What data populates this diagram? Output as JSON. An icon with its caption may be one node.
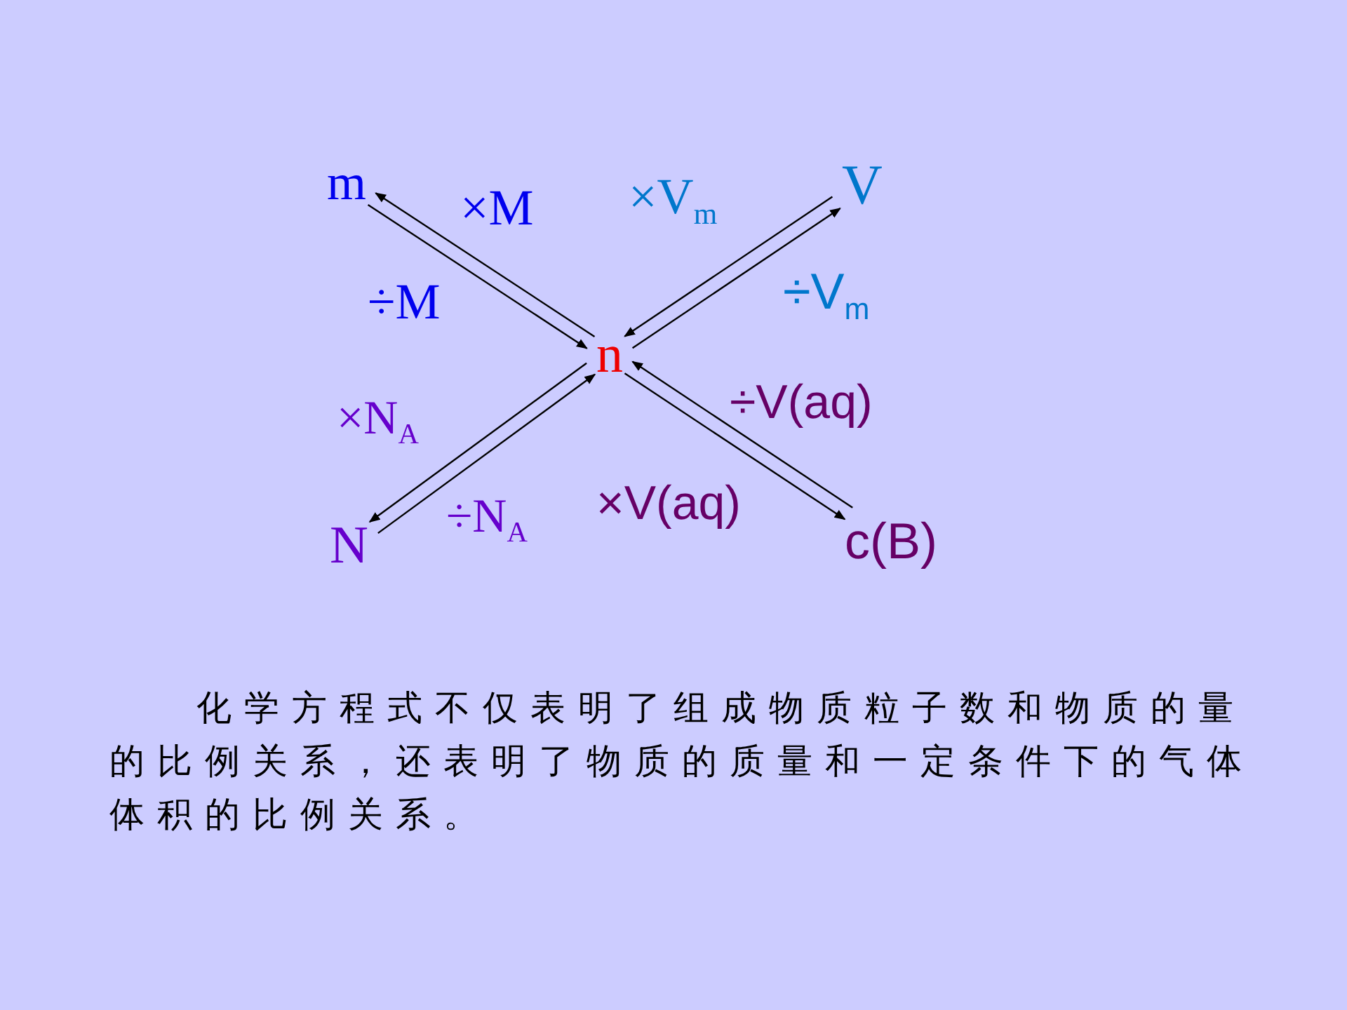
{
  "diagram": {
    "nodes": [
      {
        "text": [
          "m"
        ]
      },
      {
        "text": [
          "V"
        ]
      },
      {
        "text": [
          "n"
        ]
      },
      {
        "text": [
          "N"
        ]
      },
      {
        "text": [
          "c(B)"
        ]
      }
    ],
    "edges": [
      {
        "from": 2,
        "to": 0,
        "arrow": "to",
        "label": "×M"
      },
      {
        "from": 0,
        "to": 2,
        "arrow": "to",
        "label": "÷M"
      },
      {
        "from": 2,
        "to": 1,
        "arrow": "to",
        "label": "×V$_{m}$"
      },
      {
        "from": 1,
        "to": 2,
        "arrow": "to",
        "label": "÷V$_{m}$"
      },
      {
        "from": 3,
        "to": 2,
        "arrow": "to",
        "label": "÷N$_{A}$"
      },
      {
        "from": 2,
        "to": 3,
        "arrow": "to",
        "label": "×N$_{A}$"
      },
      {
        "from": 2,
        "to": 4,
        "arrow": "to",
        "label": "÷V(aq)"
      },
      {
        "from": 4,
        "to": 2,
        "arrow": "to",
        "label": "×V(aq)"
      }
    ],
    "labels": [
      "化学方程式不仅表明了组成物质粒子数和物质的量的比例关系，还表明了物质的质量和一定条件下的气体体积的比例关系。"
    ]
  }
}
